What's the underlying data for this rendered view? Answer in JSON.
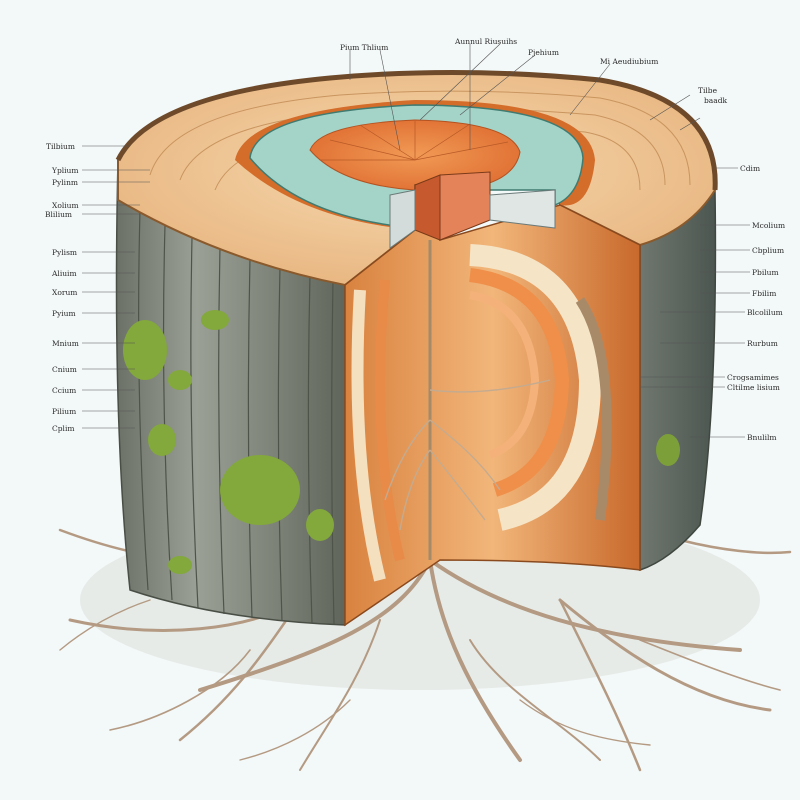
{
  "diagram": {
    "top_labels": [
      {
        "id": "phloem-xylem",
        "text": "Pium  Thlium"
      },
      {
        "id": "annual-rings",
        "text": "Aunnul Riusuihs"
      },
      {
        "id": "phloem-top",
        "text": "Pjehium"
      },
      {
        "id": "medullary",
        "text": "Mi Aeudiubium"
      },
      {
        "id": "bark",
        "text": "Tilbe\nbaadk"
      }
    ],
    "left_labels": [
      {
        "id": "l1",
        "text": "Tilbium"
      },
      {
        "id": "l2",
        "text": "Yplium"
      },
      {
        "id": "l3",
        "text": "Pylinm"
      },
      {
        "id": "l4",
        "text": "Xolium"
      },
      {
        "id": "l5",
        "text": "Blilium"
      },
      {
        "id": "l6",
        "text": "Pylism"
      },
      {
        "id": "l7",
        "text": "Aliuim"
      },
      {
        "id": "l8",
        "text": "Xorum"
      },
      {
        "id": "l9",
        "text": "Pyium"
      },
      {
        "id": "l10",
        "text": "Mnium"
      },
      {
        "id": "l11",
        "text": "Cnium"
      },
      {
        "id": "l12",
        "text": "Ccium"
      },
      {
        "id": "l13",
        "text": "Pilium"
      },
      {
        "id": "l14",
        "text": "Cplim"
      }
    ],
    "right_labels": [
      {
        "id": "r1",
        "text": "Cdim"
      },
      {
        "id": "r2",
        "text": "Mcolium"
      },
      {
        "id": "r3",
        "text": "Cbplium"
      },
      {
        "id": "r4",
        "text": "Pbilum"
      },
      {
        "id": "r5",
        "text": "Fbilim"
      },
      {
        "id": "r6",
        "text": "Blcolilum"
      },
      {
        "id": "r7",
        "text": "Rurbum"
      },
      {
        "id": "r8",
        "text": "Crogsamimes"
      },
      {
        "id": "r9",
        "text": "Cltilme lisium"
      },
      {
        "id": "r10",
        "text": "Bnulilm"
      }
    ],
    "colors": {
      "bark": "#8b8f86",
      "bark_dark": "#5e6358",
      "moss": "#7fa23a",
      "sapwood": "#f2cfa0",
      "heartwood": "#e2743a",
      "cambium_ring": "#9fcfc4",
      "roots": "#b89e86",
      "background": "#f3f8f8"
    }
  }
}
